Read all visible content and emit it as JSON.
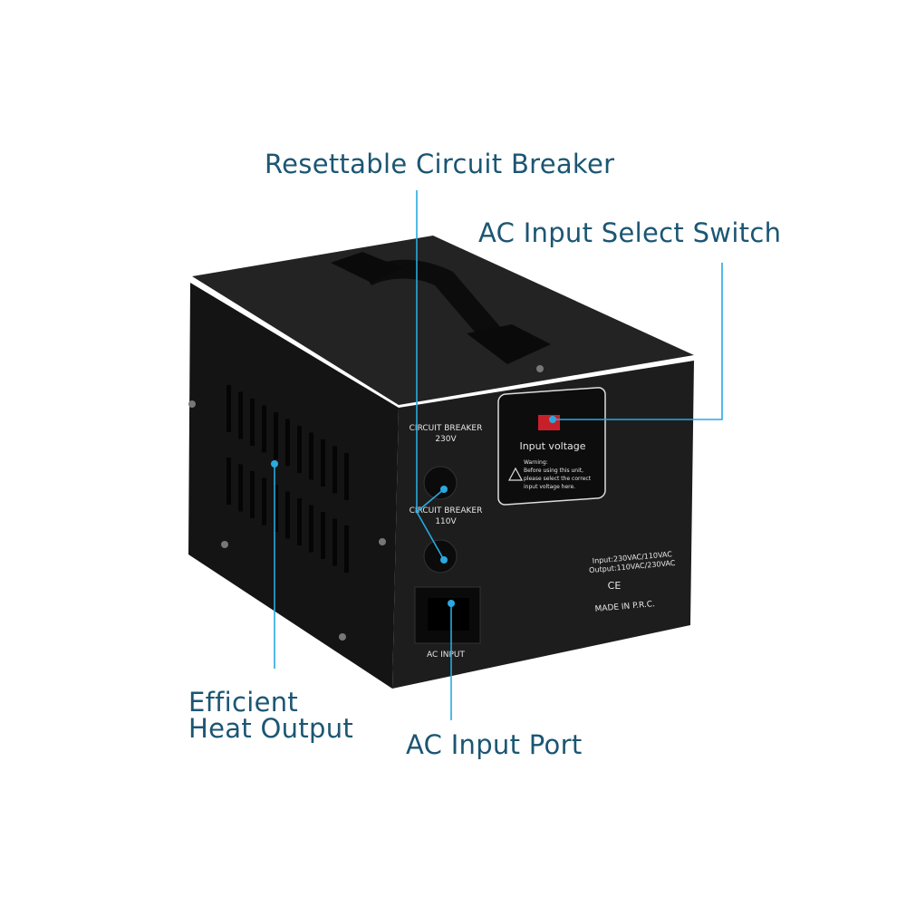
{
  "callouts": {
    "breaker": "Resettable Circuit Breaker",
    "switch": "AC Input Select Switch",
    "heat_line1": "Efficient",
    "heat_line2": "Heat Output",
    "port": "AC Input Port"
  },
  "panel": {
    "breaker_230_line1": "CIRCUIT BREAKER",
    "breaker_230_line2": "230V",
    "breaker_110_line1": "CIRCUIT BREAKER",
    "breaker_110_line2": "110V",
    "ac_input": "AC INPUT",
    "label_title": "Input voltage",
    "warning_1": "Warning:",
    "warning_2": "Before using this unit,",
    "warning_3": "please select the correct",
    "warning_4": "input voltage here.",
    "spec_input": "Input:230VAC/110VAC",
    "spec_output": "Output:110VAC/230VAC",
    "ce_mark": "CE",
    "made_in": "MADE IN P.R.C."
  },
  "colors": {
    "callout_text": "#1b5673",
    "callout_line": "#29a9e1",
    "body": "#1a1a1a"
  }
}
